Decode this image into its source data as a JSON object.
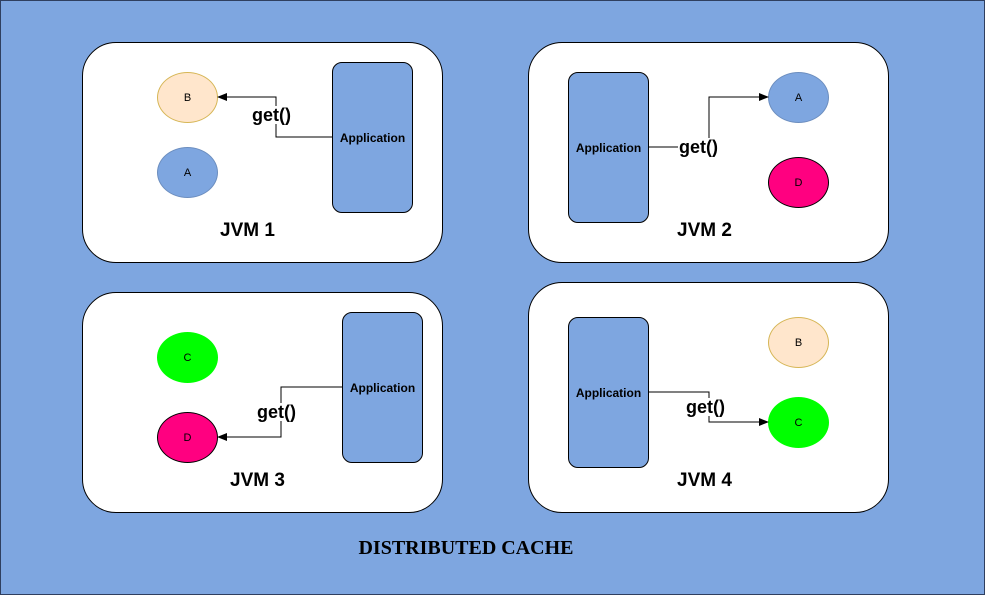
{
  "colors": {
    "background": "#7ea6e0",
    "application": "#7ea6e0",
    "cache_a": "#7ea6e0",
    "cache_b": "#ffe6cc",
    "cache_b_border": "#d6b656",
    "cache_c": "#00ff00",
    "cache_d": "#ff0080"
  },
  "caption": "DISTRIBUTED CACHE",
  "jvms": [
    {
      "label": "JVM 1",
      "application": "Application",
      "call": "get()",
      "entries": [
        "B",
        "A"
      ],
      "target": "B"
    },
    {
      "label": "JVM 2",
      "application": "Application",
      "call": "get()",
      "entries": [
        "A",
        "D"
      ],
      "target": "A"
    },
    {
      "label": "JVM 3",
      "application": "Application",
      "call": "get()",
      "entries": [
        "C",
        "D"
      ],
      "target": "D"
    },
    {
      "label": "JVM 4",
      "application": "Application",
      "call": "get()",
      "entries": [
        "B",
        "C"
      ],
      "target": "C"
    }
  ]
}
